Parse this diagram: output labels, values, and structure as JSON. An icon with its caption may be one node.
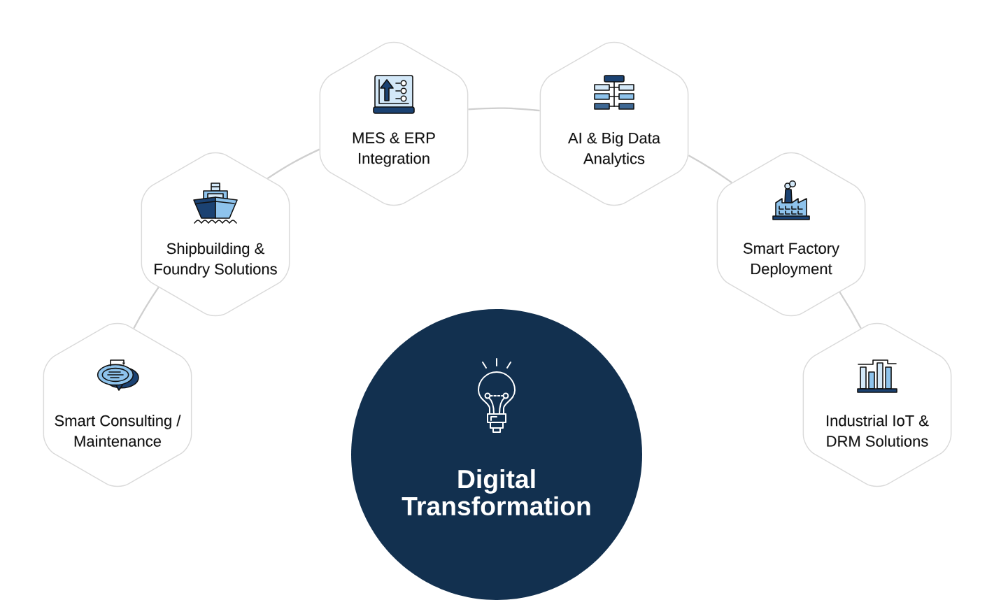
{
  "diagram": {
    "nodes": [
      {
        "text": [
          "Smart Consulting / Maintenance"
        ]
      },
      {
        "text": [
          "Shipbuilding & Foundry Solutions"
        ]
      },
      {
        "text": [
          "MES & ERP Integration"
        ]
      },
      {
        "text": [
          "AI & Big Data Analytics"
        ]
      },
      {
        "text": [
          "Smart Factory Deployment"
        ]
      },
      {
        "text": [
          "Industrial IoT & DRM Solutions"
        ]
      },
      {
        "text": [
          "Digital Transformation"
        ]
      }
    ],
    "edges": [
      {
        "from": 0,
        "to": 1,
        "arrow": "none"
      },
      {
        "from": 1,
        "to": 2,
        "arrow": "none"
      },
      {
        "from": 2,
        "to": 3,
        "arrow": "none"
      },
      {
        "from": 3,
        "to": 4,
        "arrow": "none"
      },
      {
        "from": 4,
        "to": 5,
        "arrow": "none"
      }
    ]
  }
}
